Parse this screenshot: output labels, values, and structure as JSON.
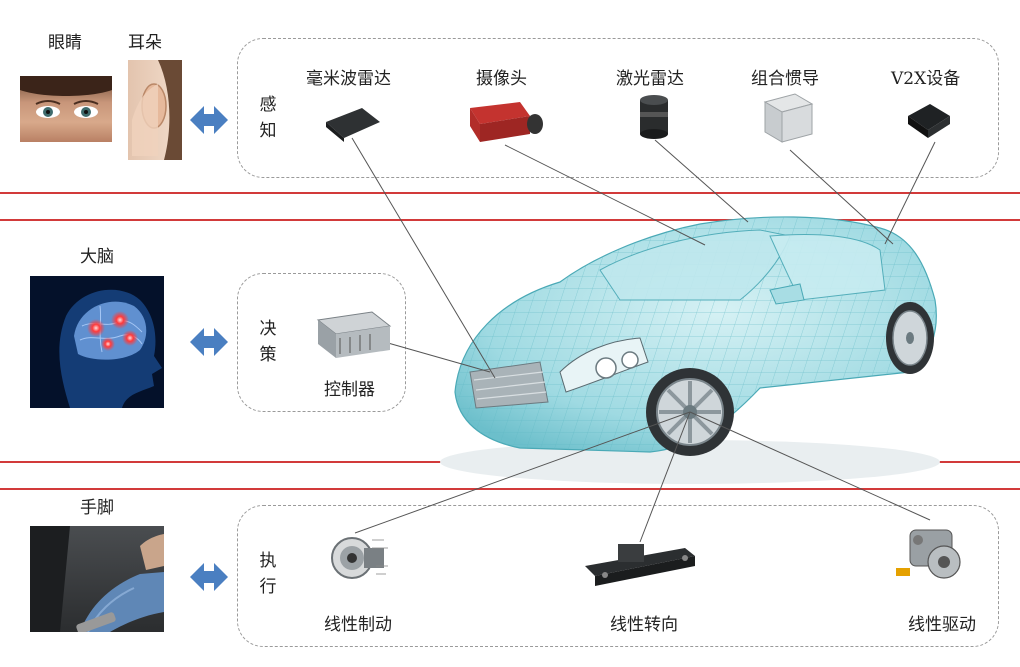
{
  "rows": {
    "perception": {
      "body_labels": [
        "眼睛",
        "耳朵"
      ],
      "category": "感知",
      "devices": [
        "毫米波雷达",
        "摄像头",
        "激光雷达",
        "组合惯导",
        "V2X设备"
      ]
    },
    "decision": {
      "body_label": "大脑",
      "category": "决策",
      "devices": [
        "控制器"
      ]
    },
    "execution": {
      "body_label": "手脚",
      "category": "执行",
      "devices": [
        "线性制动",
        "线性转向",
        "线性驱动"
      ]
    }
  },
  "colors": {
    "separator": "#d23a3a",
    "arrow": "#4a7fc1",
    "car": "#8fd3dc"
  }
}
